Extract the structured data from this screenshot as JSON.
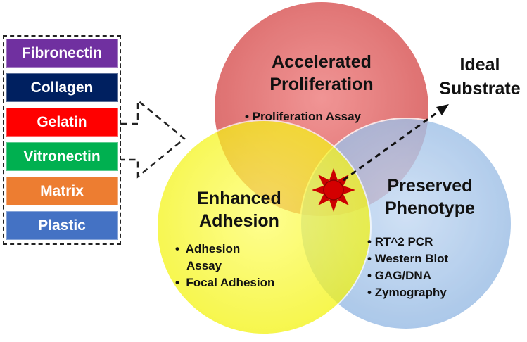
{
  "substrates": [
    {
      "label": "Fibronectin",
      "color": "#7030a0"
    },
    {
      "label": "Collagen",
      "color": "#002060"
    },
    {
      "label": "Gelatin",
      "color": "#ff0000"
    },
    {
      "label": "Vitronectin",
      "color": "#00b050"
    },
    {
      "label": "Matrix",
      "color": "#ed7d31"
    },
    {
      "label": "Plastic",
      "color": "#4472c4"
    }
  ],
  "circles": {
    "proliferation": {
      "title_line1": "Accelerated",
      "title_line2": "Proliferation",
      "items": [
        "Proliferation Assay"
      ],
      "color": "#e06666"
    },
    "adhesion": {
      "title_line1": "Enhanced",
      "title_line2": "Adhesion",
      "items": [
        "Adhesion",
        "Assay",
        "Focal Adhesion"
      ],
      "color": "#ffff33"
    },
    "phenotype": {
      "title_line1": "Preserved",
      "title_line2": "Phenotype",
      "items": [
        "RT^2 PCR",
        "Western Blot",
        "GAG/DNA",
        "Zymography"
      ],
      "color": "#a9c9ee"
    }
  },
  "ideal": {
    "line1": "Ideal",
    "line2": "Substrate"
  },
  "icons": {
    "center": "sun-icon",
    "arrow": "dashed-arrow"
  }
}
